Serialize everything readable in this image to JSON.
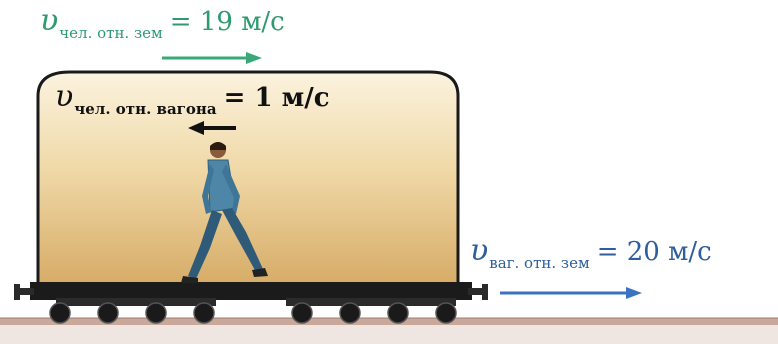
{
  "labels": {
    "person_rel_earth": {
      "symbol": "υ",
      "subscript": "чел. отн. зем",
      "value": "= 19 м/с"
    },
    "person_rel_wagon": {
      "symbol": "υ",
      "subscript": "чел. отн. вагона",
      "value": "= 1 м/с"
    },
    "wagon_rel_earth": {
      "symbol": "υ",
      "subscript": "ваг. отн. зем",
      "value": "= 20 м/с"
    }
  },
  "colors": {
    "green_arrow": "#3aa878",
    "blue_arrow": "#3b73c2",
    "black_arrow": "#111111",
    "wagon_fill": "#d9b577",
    "ground": "#c9a79a"
  }
}
